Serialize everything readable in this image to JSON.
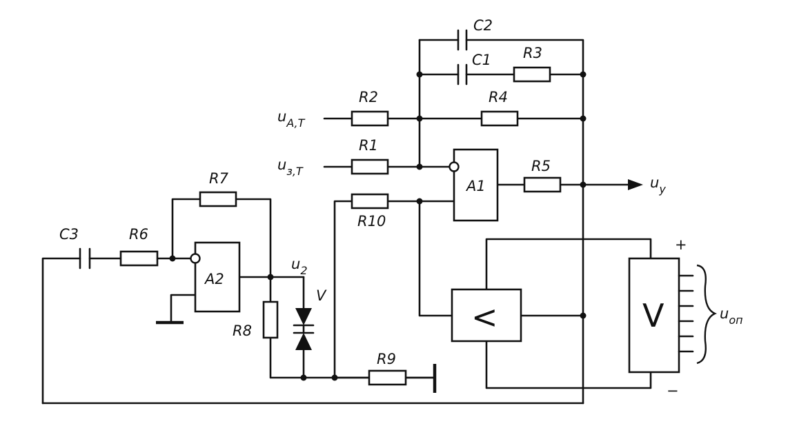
{
  "labels": {
    "c2": "C2",
    "c1": "C1",
    "r3": "R3",
    "r2": "R2",
    "r4": "R4",
    "r1": "R1",
    "r5": "R5",
    "r7": "R7",
    "r10": "R10",
    "a1": "A1",
    "c3": "C3",
    "r6": "R6",
    "a2": "A2",
    "u2": "u",
    "u2_sub": "2",
    "v": "V",
    "r8": "R8",
    "r9": "R9",
    "ua": "u",
    "ua_sub": "A,T",
    "uz": "u",
    "uz_sub": "з,T",
    "uy": "u",
    "uy_sub": "y",
    "uop": "u",
    "uop_sub": "оп",
    "plus": "+",
    "minus": "−",
    "comparator_symbol": "<",
    "source_symbol": "V"
  }
}
